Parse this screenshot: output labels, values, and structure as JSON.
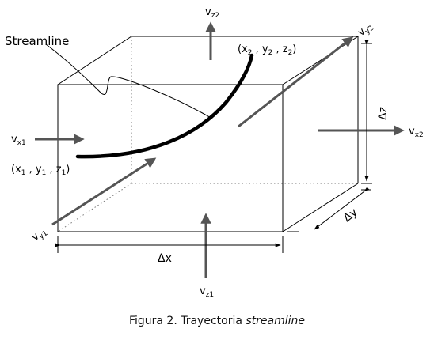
{
  "labels": {
    "streamline": "Streamline",
    "vz2_main": "v",
    "vz2_sub": "z2",
    "vx1_main": "v",
    "vx1_sub": "x1",
    "vx2_main": "v",
    "vx2_sub": "x2",
    "vy1_main": "v",
    "vy1_sub": "y1",
    "vy2_main": "v",
    "vy2_sub": "y2",
    "vz1_main": "v",
    "vz1_sub": "z1",
    "dz": "Δz",
    "dx": "Δx",
    "dy": "Δy",
    "point2": {
      "open": "(x",
      "s1": "2",
      "c1": " , y",
      "s2": "2",
      "c2": " , z",
      "s3": "2",
      "close": ")"
    },
    "point1": {
      "open": "(x",
      "s1": "1",
      "c1": " , y",
      "s2": "1",
      "c2": " , z",
      "s3": "1",
      "close": ")"
    }
  },
  "caption": {
    "prefix": "Figura 2. Trayectoria ",
    "emph": "streamline"
  },
  "colors": {
    "arrow": "#555555",
    "box": "#000000",
    "stream": "#000000"
  }
}
